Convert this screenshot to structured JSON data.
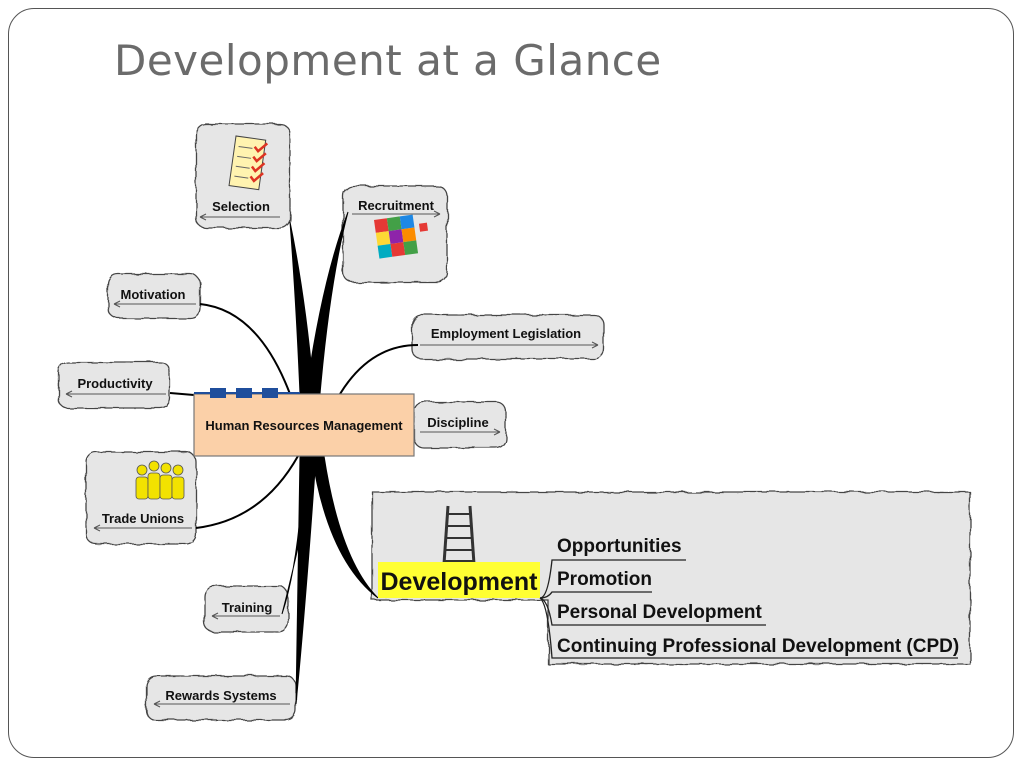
{
  "slide": {
    "title": "Development at a Glance"
  },
  "central": {
    "label": "Human Resources Management",
    "fill": "#fbd0a8",
    "accent": "#1f4e9c"
  },
  "branches": {
    "selection": "Selection",
    "recruitment": "Recruitment",
    "motivation": "Motivation",
    "employment_legislation": "Employment Legislation",
    "productivity": "Productivity",
    "discipline": "Discipline",
    "trade_unions": "Trade Unions",
    "training": "Training",
    "rewards_systems": "Rewards Systems"
  },
  "development": {
    "label": "Development",
    "highlight": "#ffff33",
    "items": [
      "Opportunities",
      "Promotion",
      "Personal Development",
      "Continuing Professional Development (CPD)"
    ]
  },
  "icons": {
    "selection": "checklist-icon",
    "recruitment": "puzzle-icon",
    "trade_unions": "people-group-icon",
    "development": "ladder-icon"
  },
  "colors": {
    "cloud_fill": "#e6e6e6",
    "cloud_stroke": "#444444"
  }
}
